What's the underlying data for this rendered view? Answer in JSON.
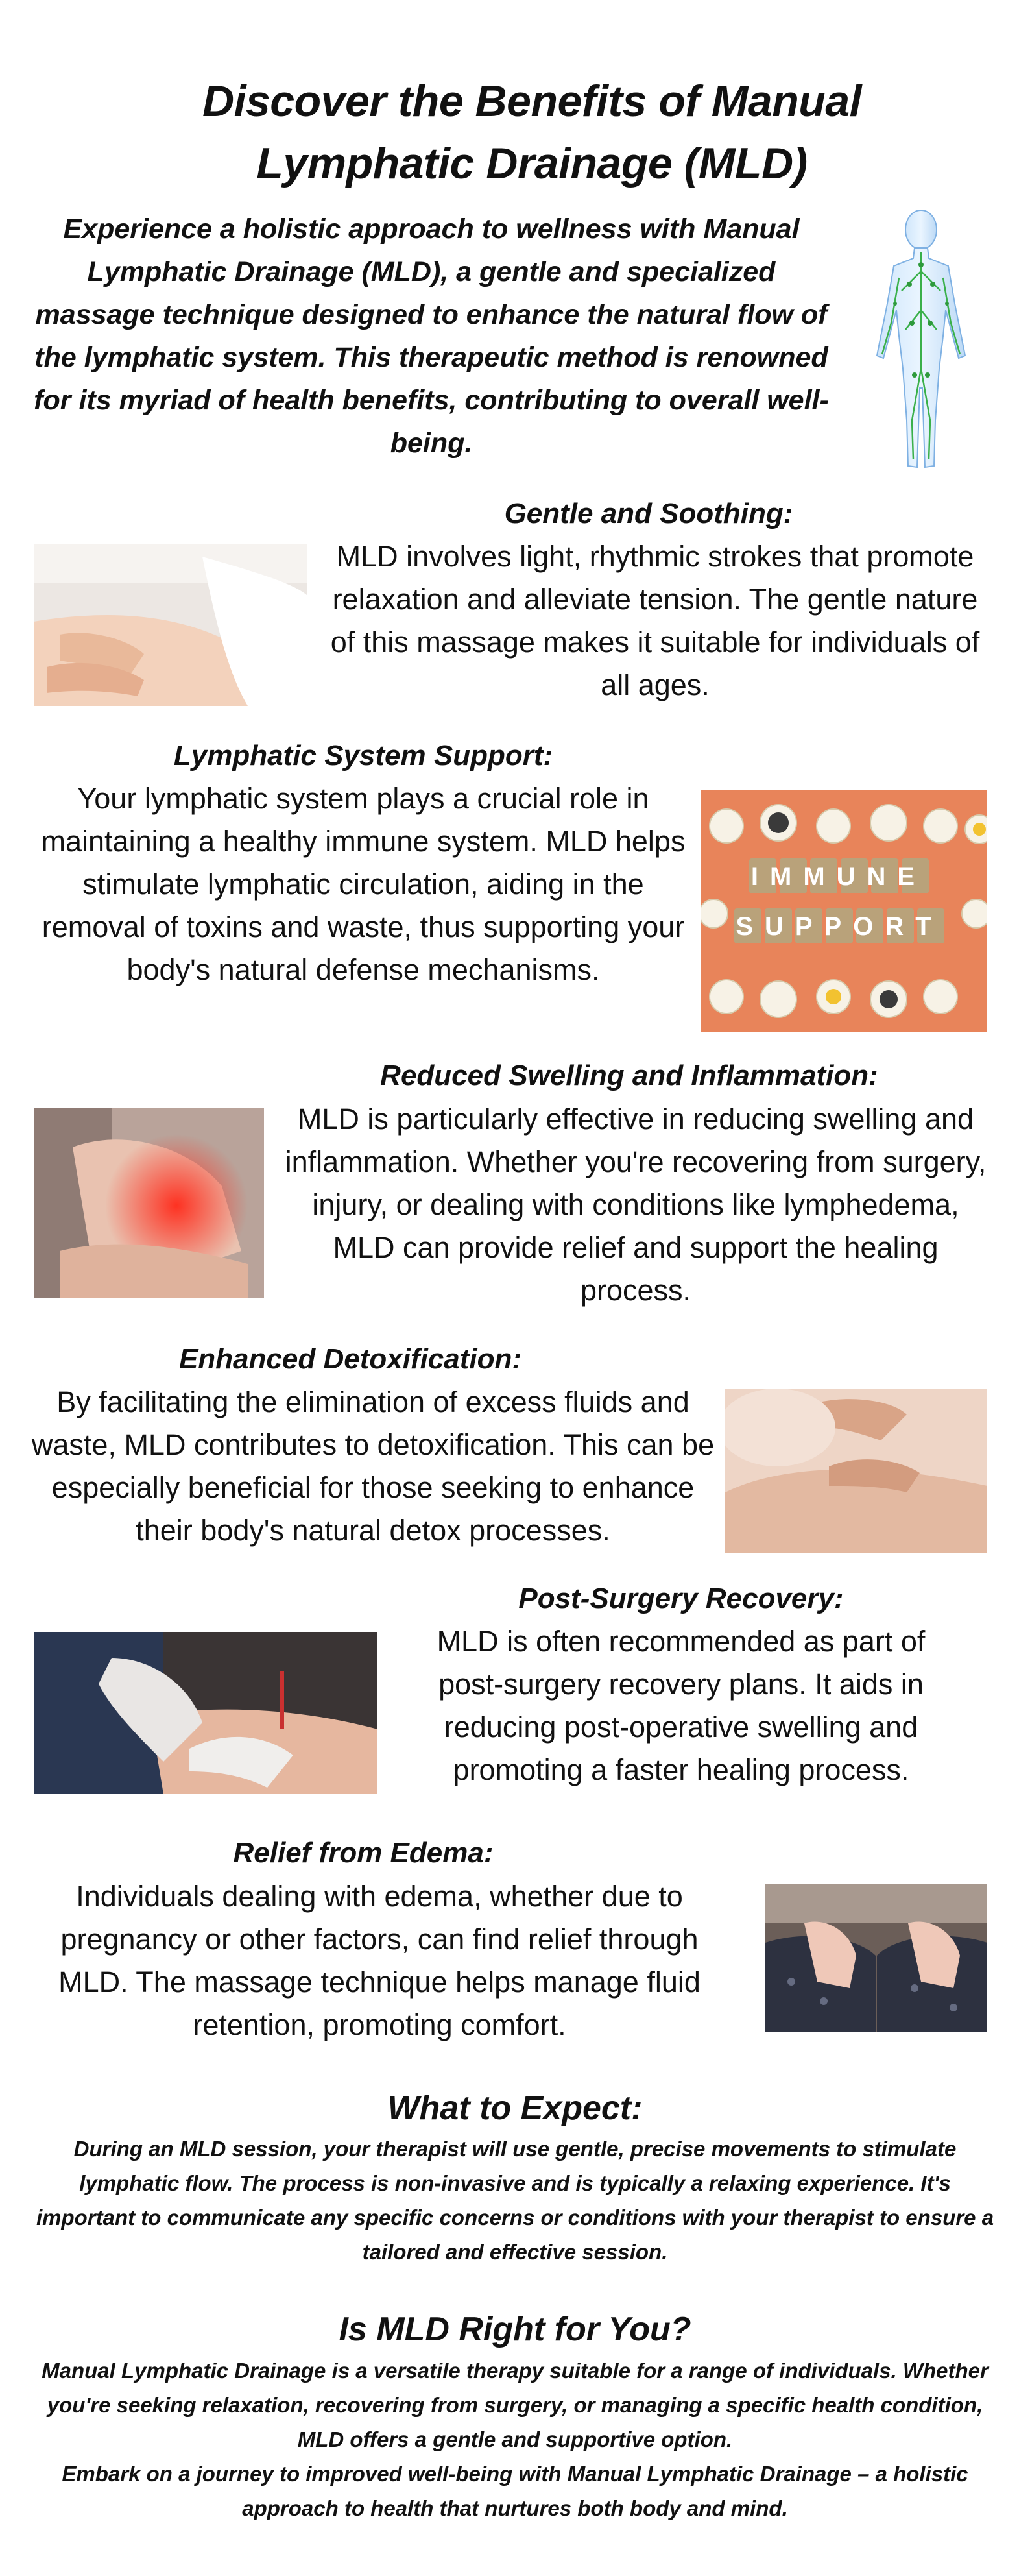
{
  "title": "Discover the Benefits of Manual Lymphatic Drainage (MLD)",
  "intro": "Experience a holistic approach to wellness with Manual Lymphatic Drainage (MLD), a gentle and specialized massage technique designed to enhance the natural flow of the lymphatic system. This therapeutic method is renowned for its myriad of health benefits, contributing to overall well-being.",
  "sections": [
    {
      "heading": "Gentle and Soothing:",
      "body": "MLD involves light, rhythmic strokes that promote relaxation and alleviate tension. The gentle nature of this massage makes it suitable for individuals of all ages.",
      "image": "massage-legs-photo"
    },
    {
      "heading": "Lymphatic System Support:",
      "body": "Your lymphatic system plays a crucial role in maintaining a healthy immune system. MLD helps stimulate lymphatic circulation, aiding in the removal of toxins and waste, thus supporting your body's natural defense mechanisms.",
      "image": "immune-support-photo",
      "image_text": [
        "IMMUNE",
        "SUPPORT"
      ]
    },
    {
      "heading": "Reduced Swelling and Inflammation:",
      "body": "MLD is particularly effective in reducing swelling and inflammation. Whether you're recovering from surgery, injury, or dealing with conditions like lymphedema, MLD can provide relief and support the healing process.",
      "image": "inflamed-hand-photo"
    },
    {
      "heading": "Enhanced Detoxification:",
      "body": "By facilitating the elimination of excess fluids and waste, MLD contributes to detoxification. This can be especially beneficial for those seeking to enhance their body's natural detox processes.",
      "image": "abdomen-massage-photo"
    },
    {
      "heading": "Post-Surgery Recovery:",
      "body": "MLD is often recommended as part of post-surgery recovery plans. It aids in reducing post-operative swelling and promoting a faster healing process.",
      "image": "post-surgery-photo"
    },
    {
      "heading": "Relief from Edema:",
      "body": "Individuals dealing with edema, whether due to pregnancy or other factors, can find relief through MLD. The massage technique helps manage fluid retention, promoting comfort.",
      "image": "hands-on-knees-photo"
    }
  ],
  "expect": {
    "heading": "What to Expect:",
    "body": "During an MLD session, your therapist will use gentle, precise movements to stimulate lymphatic flow. The process is non-invasive and is typically a relaxing experience. It's important to communicate any specific concerns or conditions with your therapist to ensure a tailored and effective session."
  },
  "right_for_you": {
    "heading": "Is MLD Right for You?",
    "body": "Manual Lymphatic Drainage is a versatile therapy suitable for a range of individuals. Whether you're seeking relaxation, recovering from surgery, or managing a specific health condition, MLD offers a gentle and supportive option.",
    "closing": "Embark on a journey to improved well-being with Manual Lymphatic Drainage – a holistic approach to health that nurtures both body and mind."
  }
}
